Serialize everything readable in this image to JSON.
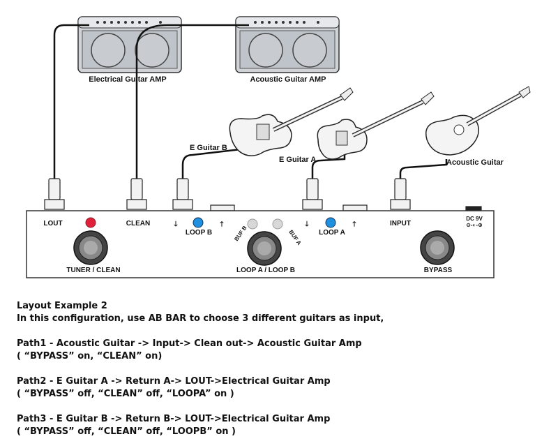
{
  "diagram": {
    "amps": {
      "electrical": "Electrical Guitar AMP",
      "acoustic": "Acoustic Guitar AMP"
    },
    "guitars": {
      "e_guitar_b": "E Guitar B",
      "e_guitar_a": "E Guitar A",
      "acoustic": "Acoustic  Guitar"
    },
    "pedal": {
      "lout": "LOUT",
      "clean": "CLEAN",
      "loop_b": "LOOP B",
      "loop_a": "LOOP A",
      "input": "INPUT",
      "dc": "DC 9V",
      "buf_b": "BUF B",
      "buf_a": "BUF A",
      "tuner_clean": "TUNER / CLEAN",
      "loop_ab": "LOOP A / LOOP B",
      "bypass": "BYPASS"
    },
    "colors": {
      "red_led": "#e0203a",
      "blue_led": "#1f8fe0",
      "buf_led": "#d8d8d8",
      "amp_body": "#cfd3d8"
    }
  },
  "description": {
    "title": "Layout Example 2",
    "intro": "In this configuration, use AB BAR to choose 3 different guitars as input,",
    "path1": "Path1 - Acoustic Guitar -> Input-> Clean out-> Acoustic Guitar Amp",
    "path1_state": "( “BYPASS” on, “CLEAN” on)",
    "path2": "Path2 - E Guitar A -> Return A-> LOUT->Electrical Guitar Amp",
    "path2_state": "( “BYPASS” off, “CLEAN” off, “LOOPA” on )",
    "path3": "Path3 - E Guitar B -> Return B-> LOUT->Electrical Guitar Amp",
    "path3_state": "( “BYPASS” off, “CLEAN” off, “LOOPB” on )"
  }
}
